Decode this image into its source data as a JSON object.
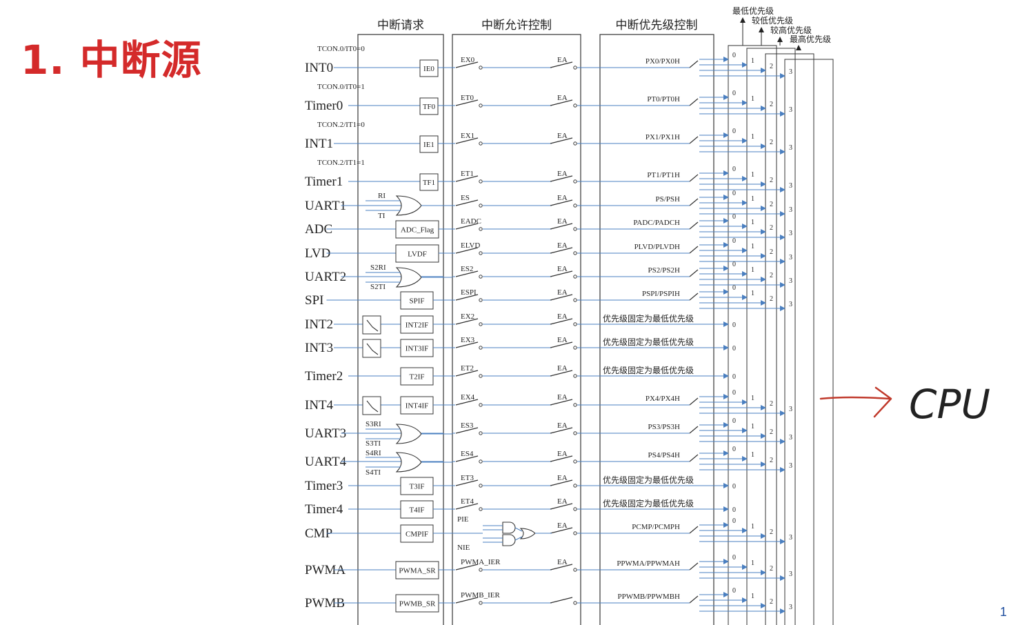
{
  "slide": {
    "title": "1. 中断源",
    "page_number": "1"
  },
  "headers": {
    "request": "中断请求",
    "enable": "中断允许控制",
    "priority": "中断优先级控制"
  },
  "priority_levels": [
    "最低优先级",
    "较低优先级",
    "较高优先级",
    "最高优先级"
  ],
  "fixed_priority_text": "优先级固定为最低优先级",
  "tcon_labels": [
    "TCON.0/IT0=0",
    "TCON.0/IT0=1",
    "TCON.2/IT1=0",
    "TCON.2/IT1=1"
  ],
  "gate_inputs": [
    "RI",
    "TI",
    "S2RI",
    "S2TI",
    "S3RI",
    "S3TI",
    "S4RI",
    "S4TI"
  ],
  "cmp_inputs": [
    "PIE",
    "NIE"
  ],
  "annotation": "CPU",
  "rows": [
    {
      "source": "INT0",
      "flag": "IE0",
      "en": "EX0",
      "ea": "EA",
      "pri": "PX0/PX0H",
      "levels": 4
    },
    {
      "source": "Timer0",
      "flag": "TF0",
      "en": "ET0",
      "ea": "EA",
      "pri": "PT0/PT0H",
      "levels": 4
    },
    {
      "source": "INT1",
      "flag": "IE1",
      "en": "EX1",
      "ea": "EA",
      "pri": "PX1/PX1H",
      "levels": 4
    },
    {
      "source": "Timer1",
      "flag": "TF1",
      "en": "ET1",
      "ea": "EA",
      "pri": "PT1/PT1H",
      "levels": 4
    },
    {
      "source": "UART1",
      "flag": "",
      "en": "ES",
      "ea": "EA",
      "pri": "PS/PSH",
      "levels": 4
    },
    {
      "source": "ADC",
      "flag": "ADC_Flag",
      "en": "EADC",
      "ea": "EA",
      "pri": "PADC/PADCH",
      "levels": 4
    },
    {
      "source": "LVD",
      "flag": "LVDF",
      "en": "ELVD",
      "ea": "EA",
      "pri": "PLVD/PLVDH",
      "levels": 4
    },
    {
      "source": "UART2",
      "flag": "",
      "en": "ES2",
      "ea": "EA",
      "pri": "PS2/PS2H",
      "levels": 4
    },
    {
      "source": "SPI",
      "flag": "SPIF",
      "en": "ESPI",
      "ea": "EA",
      "pri": "PSPI/PSPIH",
      "levels": 4
    },
    {
      "source": "INT2",
      "flag": "INT2IF",
      "en": "EX2",
      "ea": "EA",
      "pri": "",
      "levels": 1
    },
    {
      "source": "INT3",
      "flag": "INT3IF",
      "en": "EX3",
      "ea": "EA",
      "pri": "",
      "levels": 1
    },
    {
      "source": "Timer2",
      "flag": "T2IF",
      "en": "ET2",
      "ea": "EA",
      "pri": "",
      "levels": 1
    },
    {
      "source": "INT4",
      "flag": "INT4IF",
      "en": "EX4",
      "ea": "EA",
      "pri": "PX4/PX4H",
      "levels": 4
    },
    {
      "source": "UART3",
      "flag": "",
      "en": "ES3",
      "ea": "EA",
      "pri": "PS3/PS3H",
      "levels": 4
    },
    {
      "source": "UART4",
      "flag": "",
      "en": "ES4",
      "ea": "EA",
      "pri": "PS4/PS4H",
      "levels": 4
    },
    {
      "source": "Timer3",
      "flag": "T3IF",
      "en": "ET3",
      "ea": "EA",
      "pri": "",
      "levels": 1
    },
    {
      "source": "Timer4",
      "flag": "T4IF",
      "en": "ET4",
      "ea": "EA",
      "pri": "",
      "levels": 1
    },
    {
      "source": "CMP",
      "flag": "CMPIF",
      "en": "",
      "ea": "EA",
      "pri": "PCMP/PCMPH",
      "levels": 4
    },
    {
      "source": "PWMA",
      "flag": "PWMA_SR",
      "en": "PWMA_IER",
      "ea": "EA",
      "pri": "PPWMA/PPWMAH",
      "levels": 4
    },
    {
      "source": "PWMB",
      "flag": "PWMB_SR",
      "en": "PWMB_IER",
      "ea": "",
      "pri": "PPWMB/PPWMBH",
      "levels": 4
    }
  ],
  "colors": {
    "title": "#d42a2a",
    "wire": "#4a7fc0",
    "ink": "#222222",
    "page_number": "#1f4e9e",
    "cpu_ink": "#c0392b"
  }
}
